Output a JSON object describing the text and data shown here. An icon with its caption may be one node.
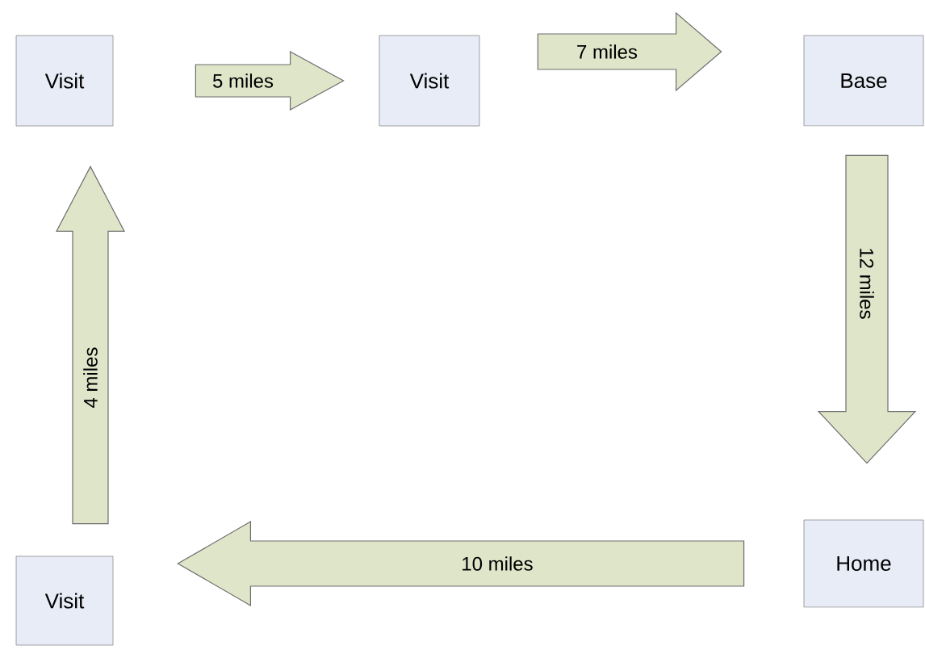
{
  "diagram": {
    "nodes": [
      {
        "text": [
          "Visit"
        ]
      },
      {
        "text": [
          "Visit"
        ]
      },
      {
        "text": [
          "Base"
        ]
      },
      {
        "text": [
          "Home"
        ]
      },
      {
        "text": [
          "Visit"
        ]
      }
    ],
    "edges": [
      {
        "from": 0,
        "to": 1,
        "arrow": "to",
        "label": "5 miles"
      },
      {
        "from": 1,
        "to": 2,
        "arrow": "to",
        "label": "7 miles"
      },
      {
        "from": 2,
        "to": 3,
        "arrow": "to",
        "label": "12 miles"
      },
      {
        "from": 3,
        "to": 4,
        "arrow": "to",
        "label": "10 miles"
      },
      {
        "from": 4,
        "to": 0,
        "arrow": "to",
        "label": "4 miles"
      }
    ]
  }
}
